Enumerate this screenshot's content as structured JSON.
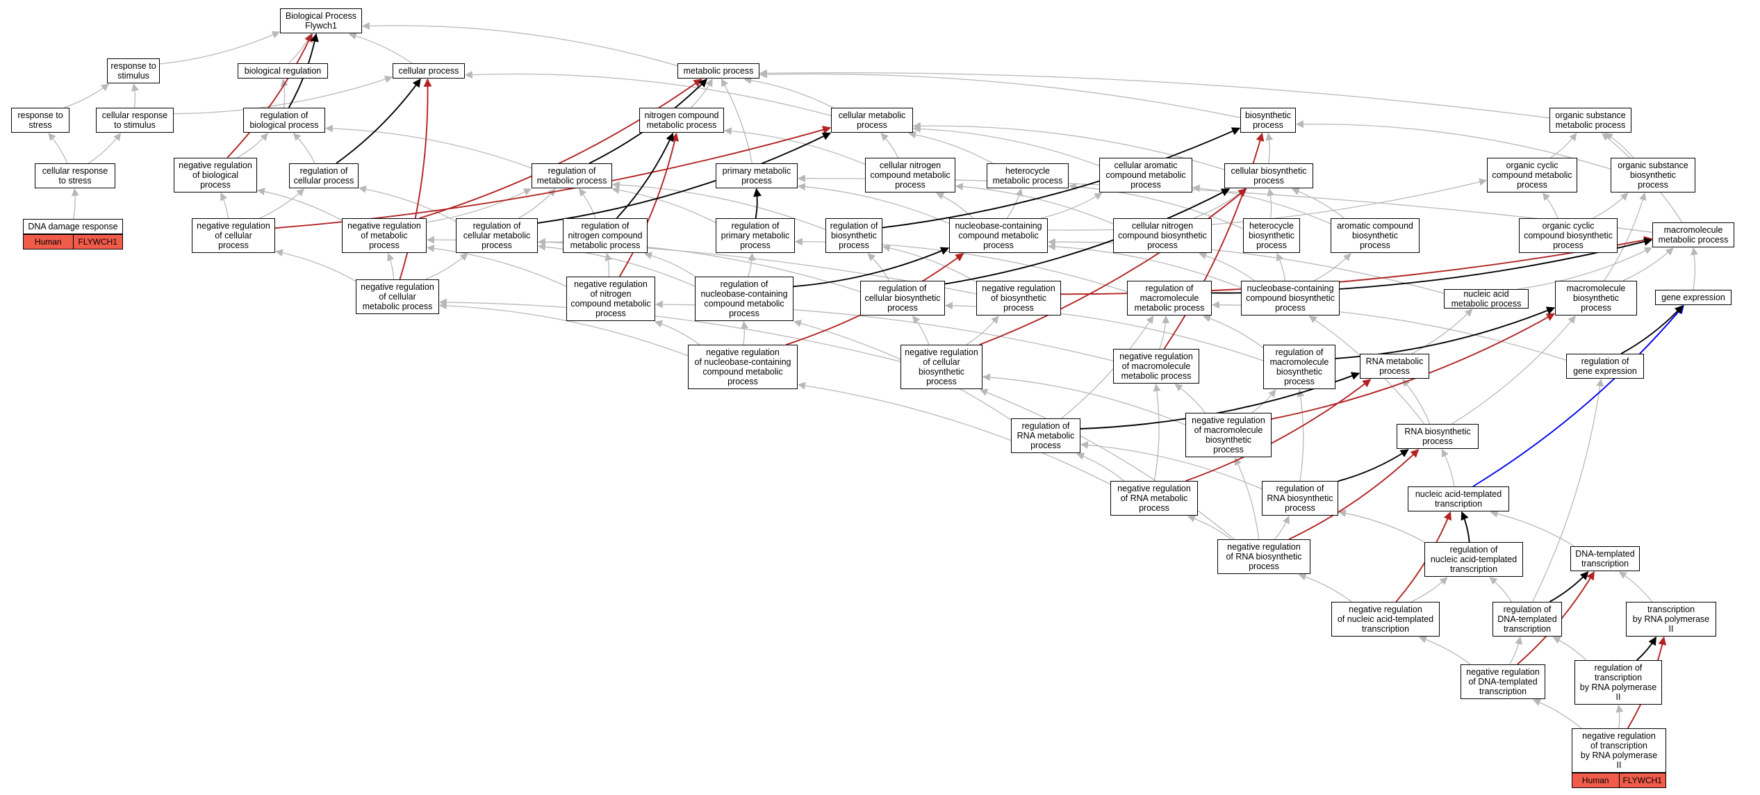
{
  "colors": {
    "gray": "#b8b8b8",
    "black": "#000000",
    "red": "#b22222",
    "blue": "#0000ee",
    "tag": "#f15b4a"
  },
  "nodes": [
    {
      "id": "bp",
      "label": "Biological Process\nFlywch1"
    },
    {
      "id": "rts",
      "label": "response to\nstimulus"
    },
    {
      "id": "breg",
      "label": "biological regulation"
    },
    {
      "id": "cp",
      "label": "cellular process"
    },
    {
      "id": "mp",
      "label": "metabolic process"
    },
    {
      "id": "rtstress",
      "label": "response to\nstress"
    },
    {
      "id": "crts",
      "label": "cellular response\nto stimulus"
    },
    {
      "id": "rbp",
      "label": "regulation of\nbiological process"
    },
    {
      "id": "ncmp",
      "label": "nitrogen compound\nmetabolic process"
    },
    {
      "id": "cmp",
      "label": "cellular metabolic\nprocess"
    },
    {
      "id": "bsp",
      "label": "biosynthetic\nprocess"
    },
    {
      "id": "osmp",
      "label": "organic substance\nmetabolic process"
    },
    {
      "id": "crtstress",
      "label": "cellular response\nto stress"
    },
    {
      "id": "nrbp",
      "label": "negative regulation\nof biological\nprocess"
    },
    {
      "id": "rcp",
      "label": "regulation of\ncellular process"
    },
    {
      "id": "rmp",
      "label": "regulation of\nmetabolic process"
    },
    {
      "id": "pmp",
      "label": "primary metabolic\nprocess"
    },
    {
      "id": "cncmp",
      "label": "cellular nitrogen\ncompound metabolic\nprocess"
    },
    {
      "id": "hmp",
      "label": "heterocycle\nmetabolic process"
    },
    {
      "id": "cacmp",
      "label": "cellular aromatic\ncompound metabolic\nprocess"
    },
    {
      "id": "cbp",
      "label": "cellular biosynthetic\nprocess"
    },
    {
      "id": "occmp",
      "label": "organic cyclic\ncompound metabolic\nprocess"
    },
    {
      "id": "osbp",
      "label": "organic substance\nbiosynthetic\nprocess"
    },
    {
      "id": "ddr",
      "label": "DNA damage response"
    },
    {
      "id": "nrcp",
      "label": "negative regulation\nof cellular\nprocess"
    },
    {
      "id": "nrmp",
      "label": "negative regulation\nof metabolic\nprocess"
    },
    {
      "id": "rcmp",
      "label": "regulation of\ncellular metabolic\nprocess"
    },
    {
      "id": "rncmp",
      "label": "regulation of\nnitrogen compound\nmetabolic process"
    },
    {
      "id": "rpmp",
      "label": "regulation of\nprimary metabolic\nprocess"
    },
    {
      "id": "rbsp",
      "label": "regulation of\nbiosynthetic\nprocess"
    },
    {
      "id": "nbcmp",
      "label": "nucleobase-containing\ncompound metabolic\nprocess"
    },
    {
      "id": "cncbp",
      "label": "cellular nitrogen\ncompound biosynthetic\nprocess"
    },
    {
      "id": "hbp",
      "label": "heterocycle\nbiosynthetic\nprocess"
    },
    {
      "id": "acbp",
      "label": "aromatic compound\nbiosynthetic\nprocess"
    },
    {
      "id": "occbp",
      "label": "organic cyclic\ncompound biosynthetic\nprocess"
    },
    {
      "id": "macmp",
      "label": "macromolecule\nmetabolic process"
    },
    {
      "id": "nrcmp",
      "label": "negative regulation\nof cellular\nmetabolic process"
    },
    {
      "id": "nrncmp",
      "label": "negative regulation\nof nitrogen\ncompound metabolic\nprocess"
    },
    {
      "id": "rnbcmp",
      "label": "regulation of\nnucleobase-containing\ncompound metabolic\nprocess"
    },
    {
      "id": "rcbp",
      "label": "regulation of\ncellular biosynthetic\nprocess"
    },
    {
      "id": "nrbsp",
      "label": "negative regulation\nof biosynthetic\nprocess"
    },
    {
      "id": "rmmp",
      "label": "regulation of\nmacromolecule\nmetabolic process"
    },
    {
      "id": "nbcbp",
      "label": "nucleobase-containing\ncompound biosynthetic\nprocess"
    },
    {
      "id": "namp",
      "label": "nucleic acid\nmetabolic process"
    },
    {
      "id": "mbp",
      "label": "macromolecule\nbiosynthetic\nprocess"
    },
    {
      "id": "ge",
      "label": "gene expression"
    },
    {
      "id": "nrnbcmp",
      "label": "negative regulation\nof nucleobase-containing\ncompound metabolic\nprocess"
    },
    {
      "id": "nrcbp",
      "label": "negative regulation\nof cellular\nbiosynthetic\nprocess"
    },
    {
      "id": "nrmmp",
      "label": "negative regulation\nof macromolecule\nmetabolic process"
    },
    {
      "id": "rmbp",
      "label": "regulation of\nmacromolecule\nbiosynthetic\nprocess"
    },
    {
      "id": "rnamp",
      "label": "RNA metabolic\nprocess"
    },
    {
      "id": "rge",
      "label": "regulation of\ngene expression"
    },
    {
      "id": "rrnamp",
      "label": "regulation of\nRNA metabolic\nprocess"
    },
    {
      "id": "nrmbp",
      "label": "negative regulation\nof macromolecule\nbiosynthetic\nprocess"
    },
    {
      "id": "rnabp",
      "label": "RNA biosynthetic\nprocess"
    },
    {
      "id": "nrrnamp",
      "label": "negative regulation\nof RNA metabolic\nprocess"
    },
    {
      "id": "rrnabp",
      "label": "regulation of\nRNA biosynthetic\nprocess"
    },
    {
      "id": "natt",
      "label": "nucleic acid-templated\ntranscription"
    },
    {
      "id": "nrrnabp",
      "label": "negative regulation\nof RNA biosynthetic\nprocess"
    },
    {
      "id": "rnatt",
      "label": "regulation of\nnucleic acid-templated\ntranscription"
    },
    {
      "id": "dtt",
      "label": "DNA-templated\ntranscription"
    },
    {
      "id": "nrnatt",
      "label": "negative regulation\nof nucleic acid-templated\ntranscription"
    },
    {
      "id": "rdtt",
      "label": "regulation of\nDNA-templated\ntranscription"
    },
    {
      "id": "trp2",
      "label": "transcription\nby RNA polymerase\nII"
    },
    {
      "id": "nrdtt",
      "label": "negative regulation\nof DNA-templated\ntranscription"
    },
    {
      "id": "rtrp2",
      "label": "regulation of\ntranscription\nby RNA polymerase\nII"
    },
    {
      "id": "nrtrp2",
      "label": "negative regulation\nof transcription\nby RNA polymerase\nII"
    }
  ],
  "tags": [
    {
      "id": "ddr_tags",
      "species": "Human",
      "gene": "FLYWCH1"
    },
    {
      "id": "nrtrp2_tags",
      "species": "Human",
      "gene": "FLYWCH1"
    }
  ],
  "edges": [
    {
      "from": "breg",
      "to": "bp",
      "color": "gray"
    },
    {
      "from": "cp",
      "to": "bp",
      "color": "gray"
    },
    {
      "from": "rts",
      "to": "bp",
      "color": "gray"
    },
    {
      "from": "mp",
      "to": "bp",
      "color": "gray"
    },
    {
      "from": "rtstress",
      "to": "rts",
      "color": "gray"
    },
    {
      "from": "crts",
      "to": "rts",
      "color": "gray"
    },
    {
      "from": "crts",
      "to": "cp",
      "color": "gray"
    },
    {
      "from": "crtstress",
      "to": "rtstress",
      "color": "gray"
    },
    {
      "from": "crtstress",
      "to": "crts",
      "color": "gray"
    },
    {
      "from": "ddr",
      "to": "crtstress",
      "color": "gray"
    },
    {
      "from": "rbp",
      "to": "breg",
      "color": "gray"
    },
    {
      "from": "rbp",
      "to": "bp",
      "color": "black"
    },
    {
      "from": "nrbp",
      "to": "rbp",
      "color": "gray"
    },
    {
      "from": "nrbp",
      "to": "bp",
      "color": "red"
    },
    {
      "from": "rcp",
      "to": "rbp",
      "color": "gray"
    },
    {
      "from": "rcp",
      "to": "cp",
      "color": "black"
    },
    {
      "from": "nrcp",
      "to": "nrbp",
      "color": "gray"
    },
    {
      "from": "nrcp",
      "to": "rcp",
      "color": "gray"
    },
    {
      "from": "nrcp",
      "to": "cmp",
      "color": "red"
    },
    {
      "from": "cmp",
      "to": "cp",
      "color": "gray"
    },
    {
      "from": "cmp",
      "to": "mp",
      "color": "gray"
    },
    {
      "from": "ncmp",
      "to": "mp",
      "color": "gray"
    },
    {
      "from": "pmp",
      "to": "mp",
      "color": "gray"
    },
    {
      "from": "bsp",
      "to": "mp",
      "color": "gray"
    },
    {
      "from": "osmp",
      "to": "mp",
      "color": "gray"
    },
    {
      "from": "rmp",
      "to": "rbp",
      "color": "gray"
    },
    {
      "from": "rmp",
      "to": "mp",
      "color": "black"
    },
    {
      "from": "nrmp",
      "to": "rmp",
      "color": "gray"
    },
    {
      "from": "nrmp",
      "to": "mp",
      "color": "red"
    },
    {
      "from": "nrmp",
      "to": "nrbp",
      "color": "gray"
    },
    {
      "from": "rcmp",
      "to": "rmp",
      "color": "gray"
    },
    {
      "from": "rcmp",
      "to": "rcp",
      "color": "gray"
    },
    {
      "from": "rcmp",
      "to": "cmp",
      "color": "black"
    },
    {
      "from": "nrcmp",
      "to": "nrmp",
      "color": "gray"
    },
    {
      "from": "nrcmp",
      "to": "rcmp",
      "color": "gray"
    },
    {
      "from": "nrcmp",
      "to": "nrcp",
      "color": "gray"
    },
    {
      "from": "nrcmp",
      "to": "cp",
      "color": "red"
    },
    {
      "from": "rncmp",
      "to": "rmp",
      "color": "gray"
    },
    {
      "from": "rncmp",
      "to": "ncmp",
      "color": "black"
    },
    {
      "from": "nrncmp",
      "to": "rncmp",
      "color": "gray"
    },
    {
      "from": "nrncmp",
      "to": "nrmp",
      "color": "gray"
    },
    {
      "from": "nrncmp",
      "to": "ncmp",
      "color": "red"
    },
    {
      "from": "rpmp",
      "to": "rmp",
      "color": "gray"
    },
    {
      "from": "rpmp",
      "to": "pmp",
      "color": "black"
    },
    {
      "from": "rbsp",
      "to": "rmp",
      "color": "gray"
    },
    {
      "from": "rbsp",
      "to": "bsp",
      "color": "black"
    },
    {
      "from": "cncmp",
      "to": "cmp",
      "color": "gray"
    },
    {
      "from": "cncmp",
      "to": "ncmp",
      "color": "gray"
    },
    {
      "from": "hmp",
      "to": "cmp",
      "color": "gray"
    },
    {
      "from": "cacmp",
      "to": "cmp",
      "color": "gray"
    },
    {
      "from": "cbp",
      "to": "cmp",
      "color": "gray"
    },
    {
      "from": "cbp",
      "to": "bsp",
      "color": "gray"
    },
    {
      "from": "occmp",
      "to": "osmp",
      "color": "gray"
    },
    {
      "from": "osbp",
      "to": "osmp",
      "color": "gray"
    },
    {
      "from": "osbp",
      "to": "bsp",
      "color": "gray"
    },
    {
      "from": "nbcmp",
      "to": "cncmp",
      "color": "gray"
    },
    {
      "from": "nbcmp",
      "to": "hmp",
      "color": "gray"
    },
    {
      "from": "nbcmp",
      "to": "cacmp",
      "color": "gray"
    },
    {
      "from": "nbcmp",
      "to": "occmp",
      "color": "gray"
    },
    {
      "from": "nbcmp",
      "to": "pmp",
      "color": "gray"
    },
    {
      "from": "cncbp",
      "to": "cbp",
      "color": "gray"
    },
    {
      "from": "cncbp",
      "to": "cncmp",
      "color": "gray"
    },
    {
      "from": "hbp",
      "to": "cbp",
      "color": "gray"
    },
    {
      "from": "hbp",
      "to": "hmp",
      "color": "gray"
    },
    {
      "from": "acbp",
      "to": "cbp",
      "color": "gray"
    },
    {
      "from": "acbp",
      "to": "cacmp",
      "color": "gray"
    },
    {
      "from": "occbp",
      "to": "occmp",
      "color": "gray"
    },
    {
      "from": "occbp",
      "to": "osbp",
      "color": "gray"
    },
    {
      "from": "macmp",
      "to": "osmp",
      "color": "gray"
    },
    {
      "from": "macmp",
      "to": "pmp",
      "color": "gray"
    },
    {
      "from": "rnbcmp",
      "to": "rpmp",
      "color": "gray"
    },
    {
      "from": "rnbcmp",
      "to": "rcmp",
      "color": "gray"
    },
    {
      "from": "rnbcmp",
      "to": "rncmp",
      "color": "gray"
    },
    {
      "from": "rnbcmp",
      "to": "nbcmp",
      "color": "black"
    },
    {
      "from": "nrnbcmp",
      "to": "rnbcmp",
      "color": "gray"
    },
    {
      "from": "nrnbcmp",
      "to": "nrcmp",
      "color": "gray"
    },
    {
      "from": "nrnbcmp",
      "to": "nrncmp",
      "color": "gray"
    },
    {
      "from": "nrnbcmp",
      "to": "nbcmp",
      "color": "red"
    },
    {
      "from": "rcbp",
      "to": "rbsp",
      "color": "gray"
    },
    {
      "from": "rcbp",
      "to": "rcmp",
      "color": "gray"
    },
    {
      "from": "rcbp",
      "to": "cbp",
      "color": "black"
    },
    {
      "from": "nrbsp",
      "to": "rbsp",
      "color": "gray"
    },
    {
      "from": "nrbsp",
      "to": "nrmp",
      "color": "gray"
    },
    {
      "from": "nrbsp",
      "to": "macmp",
      "color": "red"
    },
    {
      "from": "nrcbp",
      "to": "rcbp",
      "color": "gray"
    },
    {
      "from": "nrcbp",
      "to": "nrbsp",
      "color": "gray"
    },
    {
      "from": "nrcbp",
      "to": "nrcmp",
      "color": "gray"
    },
    {
      "from": "nrcbp",
      "to": "cbp",
      "color": "red"
    },
    {
      "from": "rmmp",
      "to": "rpmp",
      "color": "gray"
    },
    {
      "from": "rmmp",
      "to": "macmp",
      "color": "black"
    },
    {
      "from": "nrmmp",
      "to": "rmmp",
      "color": "gray"
    },
    {
      "from": "nrmmp",
      "to": "nrncmp",
      "color": "gray"
    },
    {
      "from": "nrmmp",
      "to": "bsp",
      "color": "red"
    },
    {
      "from": "nbcbp",
      "to": "nbcmp",
      "color": "gray"
    },
    {
      "from": "nbcbp",
      "to": "cncbp",
      "color": "gray"
    },
    {
      "from": "nbcbp",
      "to": "hbp",
      "color": "gray"
    },
    {
      "from": "nbcbp",
      "to": "acbp",
      "color": "gray"
    },
    {
      "from": "namp",
      "to": "nbcmp",
      "color": "gray"
    },
    {
      "from": "namp",
      "to": "macmp",
      "color": "gray"
    },
    {
      "from": "mbp",
      "to": "macmp",
      "color": "gray"
    },
    {
      "from": "mbp",
      "to": "osbp",
      "color": "gray"
    },
    {
      "from": "ge",
      "to": "macmp",
      "color": "gray"
    },
    {
      "from": "rmbp",
      "to": "rmmp",
      "color": "gray"
    },
    {
      "from": "rmbp",
      "to": "rcbp",
      "color": "gray"
    },
    {
      "from": "rmbp",
      "to": "mbp",
      "color": "black"
    },
    {
      "from": "nrmbp",
      "to": "rmbp",
      "color": "gray"
    },
    {
      "from": "nrmbp",
      "to": "nrmmp",
      "color": "gray"
    },
    {
      "from": "nrmbp",
      "to": "nrcbp",
      "color": "gray"
    },
    {
      "from": "nrmbp",
      "to": "mbp",
      "color": "red"
    },
    {
      "from": "rnamp",
      "to": "namp",
      "color": "gray"
    },
    {
      "from": "rge",
      "to": "ge",
      "color": "black"
    },
    {
      "from": "rge",
      "to": "rmmp",
      "color": "gray"
    },
    {
      "from": "rrnamp",
      "to": "rnbcmp",
      "color": "gray"
    },
    {
      "from": "rrnamp",
      "to": "rnamp",
      "color": "black"
    },
    {
      "from": "rrnamp",
      "to": "rmmp",
      "color": "gray"
    },
    {
      "from": "nrrnamp",
      "to": "rrnamp",
      "color": "gray"
    },
    {
      "from": "nrrnamp",
      "to": "nrnbcmp",
      "color": "gray"
    },
    {
      "from": "nrrnamp",
      "to": "nrmmp",
      "color": "gray"
    },
    {
      "from": "nrrnamp",
      "to": "rnamp",
      "color": "red"
    },
    {
      "from": "rnabp",
      "to": "rnamp",
      "color": "gray"
    },
    {
      "from": "rnabp",
      "to": "nbcbp",
      "color": "gray"
    },
    {
      "from": "rnabp",
      "to": "mbp",
      "color": "gray"
    },
    {
      "from": "rrnabp",
      "to": "rrnamp",
      "color": "gray"
    },
    {
      "from": "rrnabp",
      "to": "rmbp",
      "color": "gray"
    },
    {
      "from": "rrnabp",
      "to": "rnabp",
      "color": "black"
    },
    {
      "from": "nrrnabp",
      "to": "rrnabp",
      "color": "gray"
    },
    {
      "from": "nrrnabp",
      "to": "nrrnamp",
      "color": "gray"
    },
    {
      "from": "nrrnabp",
      "to": "nrmbp",
      "color": "gray"
    },
    {
      "from": "nrrnabp",
      "to": "nrcbp",
      "color": "gray"
    },
    {
      "from": "nrrnabp",
      "to": "rnabp",
      "color": "red"
    },
    {
      "from": "natt",
      "to": "rnabp",
      "color": "gray"
    },
    {
      "from": "natt",
      "to": "ge",
      "color": "blue"
    },
    {
      "from": "rnatt",
      "to": "natt",
      "color": "black"
    },
    {
      "from": "rnatt",
      "to": "rrnabp",
      "color": "gray"
    },
    {
      "from": "dtt",
      "to": "natt",
      "color": "gray"
    },
    {
      "from": "nrnatt",
      "to": "rnatt",
      "color": "gray"
    },
    {
      "from": "nrnatt",
      "to": "nrrnabp",
      "color": "gray"
    },
    {
      "from": "nrnatt",
      "to": "natt",
      "color": "red"
    },
    {
      "from": "rdtt",
      "to": "rnatt",
      "color": "gray"
    },
    {
      "from": "rdtt",
      "to": "dtt",
      "color": "black"
    },
    {
      "from": "rdtt",
      "to": "rge",
      "color": "gray"
    },
    {
      "from": "trp2",
      "to": "dtt",
      "color": "gray"
    },
    {
      "from": "nrdtt",
      "to": "rdtt",
      "color": "gray"
    },
    {
      "from": "nrdtt",
      "to": "nrnatt",
      "color": "gray"
    },
    {
      "from": "nrdtt",
      "to": "dtt",
      "color": "red"
    },
    {
      "from": "rtrp2",
      "to": "rdtt",
      "color": "gray"
    },
    {
      "from": "rtrp2",
      "to": "trp2",
      "color": "black"
    },
    {
      "from": "nrtrp2",
      "to": "rtrp2",
      "color": "gray"
    },
    {
      "from": "nrtrp2",
      "to": "nrdtt",
      "color": "gray"
    },
    {
      "from": "nrtrp2",
      "to": "trp2",
      "color": "red"
    }
  ]
}
